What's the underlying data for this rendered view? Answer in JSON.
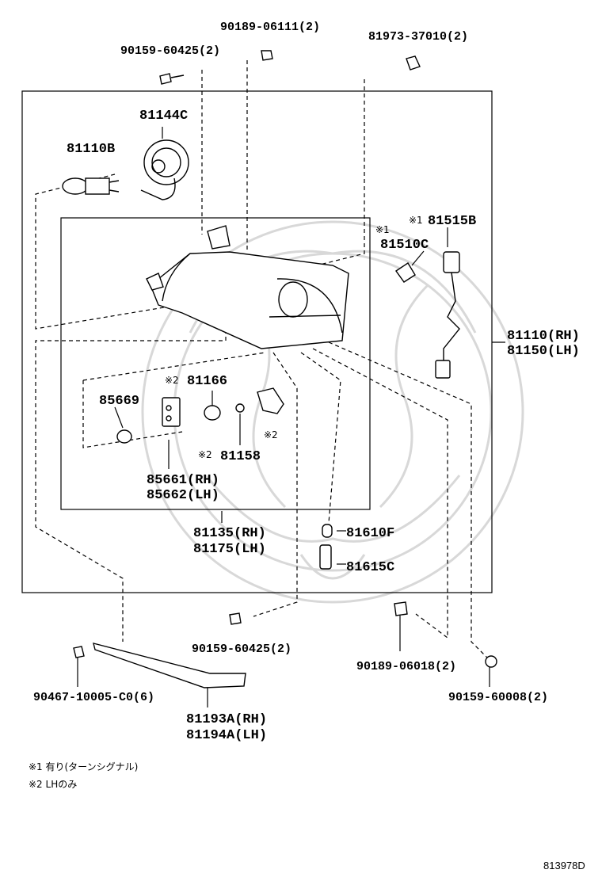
{
  "diagram": {
    "parts": {
      "p_90189_06111": "90189-06111(2)",
      "p_81973_37010": "81973-37010(2)",
      "p_90159_60425_top": "90159-60425(2)",
      "p_81144c": "81144C",
      "p_81110b": "81110B",
      "p_81515b": "81515B",
      "p_81510c": "81510C",
      "p_81110": "81110(RH)",
      "p_81150": "81150(LH)",
      "p_81166": "81166",
      "p_85669": "85669",
      "p_81158": "81158",
      "p_85661": "85661(RH)",
      "p_85662": "85662(LH)",
      "p_81135": "81135(RH)",
      "p_81175": "81175(LH)",
      "p_81610f": "81610F",
      "p_81615c": "81615C",
      "p_90159_60425_bot": "90159-60425(2)",
      "p_90189_06018": "90189-06018(2)",
      "p_90467": "90467-10005-C0(6)",
      "p_90159_60008": "90159-60008(2)",
      "p_81193a": "81193A(RH)",
      "p_81194a": "81194A(LH)"
    },
    "marks": {
      "m1": "※1",
      "m2": "※2"
    },
    "notes": {
      "note1": "※1 有り(ターンシグナル)",
      "note2": "※2 LHのみ"
    },
    "diagram_code": "813978D"
  }
}
